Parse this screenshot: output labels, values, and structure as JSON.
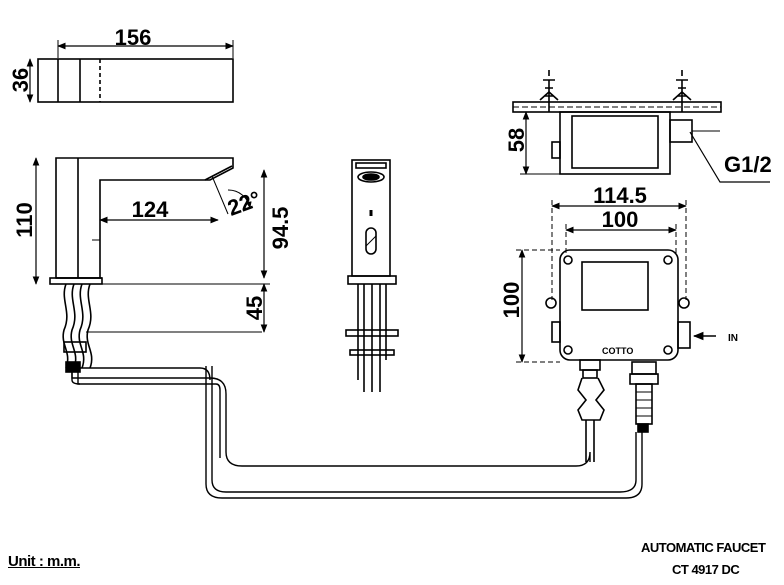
{
  "dimensions": {
    "top_width": "156",
    "top_height": "36",
    "faucet_height": "110",
    "spout_reach": "124",
    "spout_angle": "22°",
    "spout_height": "94.5",
    "shank_length": "45",
    "box_depth": "58",
    "thread": "G1/2",
    "box_outer_width": "114.5",
    "box_inner_width": "100",
    "box_height": "100"
  },
  "labels": {
    "inlet": "IN",
    "brand": "COTTO",
    "unit": "Unit : m.m.",
    "product_type": "AUTOMATIC FAUCET",
    "model": "CT 4917 DC"
  }
}
